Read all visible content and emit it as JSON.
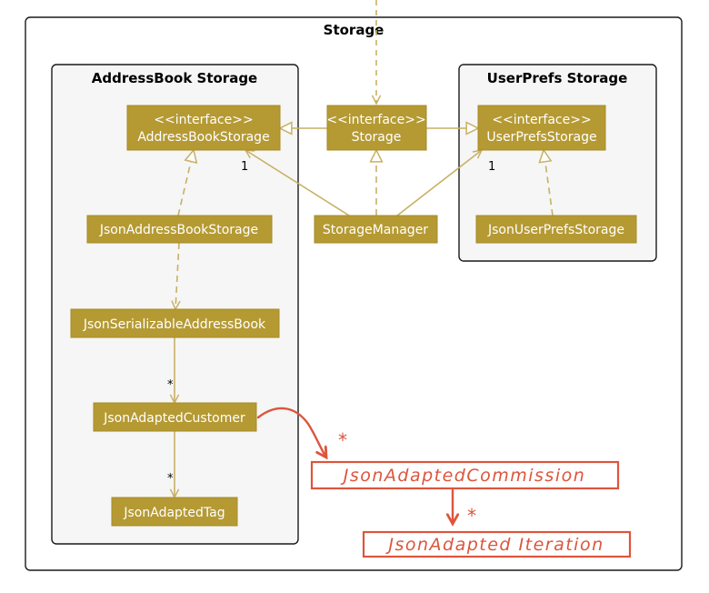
{
  "packages": {
    "storage": "Storage",
    "addressbook": "AddressBook Storage",
    "userprefs": "UserPrefs Storage"
  },
  "classes": {
    "addressbook_storage": {
      "stereotype": "<<interface>>",
      "name": "AddressBookStorage"
    },
    "storage": {
      "stereotype": "<<interface>>",
      "name": "Storage"
    },
    "userprefs_storage": {
      "stereotype": "<<interface>>",
      "name": "UserPrefsStorage"
    },
    "json_addressbook_storage": "JsonAddressBookStorage",
    "storage_manager": "StorageManager",
    "json_userprefs_storage": "JsonUserPrefsStorage",
    "json_serializable_addressbook": "JsonSerializableAddressBook",
    "json_adapted_customer": "JsonAdaptedCustomer",
    "json_adapted_tag": "JsonAdaptedTag"
  },
  "multiplicities": {
    "manager_to_addressbook": "1",
    "manager_to_userprefs": "1",
    "serializable_to_customer": "*",
    "customer_to_tag": "*"
  },
  "annotations": {
    "commission_box": "JsonAdaptedCommission",
    "iteration_box": "JsonAdapted Iteration",
    "star_commission": "*",
    "star_iteration": "*"
  },
  "colors": {
    "class_fill": "#b59a33",
    "class_text": "#ffffff",
    "arrow": "#c8b064",
    "package_fill": "#f5f6f5",
    "package_border": "#1a1a1a",
    "handwriting": "#dd553c"
  }
}
